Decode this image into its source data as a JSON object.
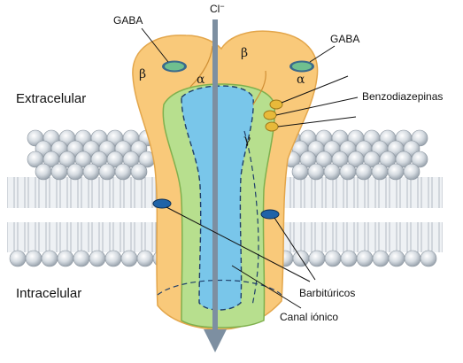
{
  "labels": {
    "ion": "Cl",
    "ion_charge": "−",
    "gaba_left": "GABA",
    "gaba_right": "GABA",
    "benzodiazepinas": "Benzodiazepinas",
    "extracelular": "Extracelular",
    "intracelular": "Intracelular",
    "barbituricos": "Barbitúricos",
    "canal_ionico": "Canal iónico"
  },
  "subunits": {
    "beta_left": "β",
    "alpha_left": "α",
    "beta_right": "β",
    "alpha_right": "α",
    "gamma": "γ"
  },
  "colors": {
    "receptor": "#f9c97a",
    "receptor_stroke": "#e3a64b",
    "channel_outer": "#b7df8e",
    "channel_stroke": "#7fb04e",
    "channel_inner": "#79c6ea",
    "membrane_head": "#c6cdd4",
    "membrane_band": "#ffffff",
    "gaba_site": "#6fbf8f",
    "barbiturate_site": "#1f63a8",
    "benzodiazepine_site": "#e8b93a",
    "arrow": "#7d8fa1"
  }
}
